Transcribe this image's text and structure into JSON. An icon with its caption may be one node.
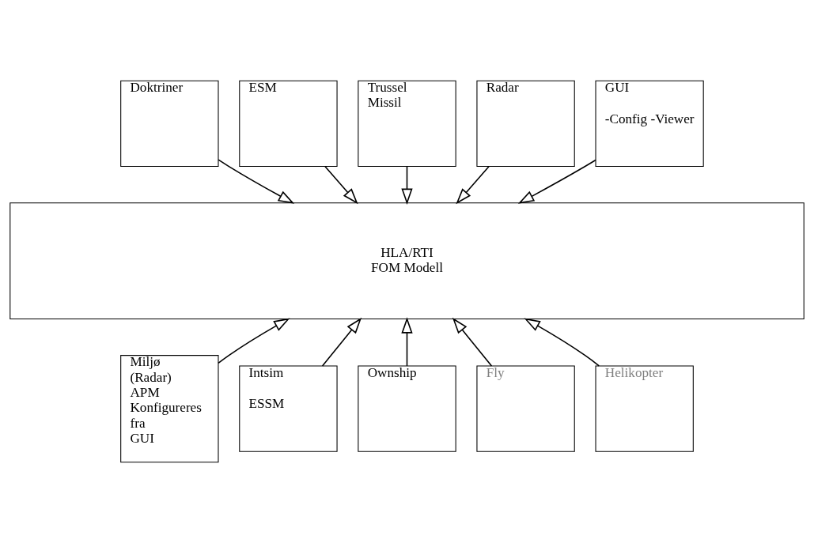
{
  "diagram": {
    "nodes": [
      {
        "text": [
          "Doktriner"
        ]
      },
      {
        "text": [
          "ESM"
        ]
      },
      {
        "text": [
          "Trussel Missil"
        ]
      },
      {
        "text": [
          "Radar"
        ]
      },
      {
        "text": [
          "GUI",
          "-Config -Viewer"
        ]
      },
      {
        "text": [
          "HLA/RTI FOM Modell"
        ]
      },
      {
        "text": [
          "Miljø (Radar) APM Konfigureres fra GUI"
        ]
      },
      {
        "text": [
          "Intsim",
          "ESSM"
        ]
      },
      {
        "text": [
          "Ownship"
        ]
      },
      {
        "text": [
          "Fly"
        ]
      },
      {
        "text": [
          "Helikopter"
        ]
      }
    ],
    "edges": [
      {
        "from": 0,
        "to": 5,
        "arrow": "to"
      },
      {
        "from": 1,
        "to": 5,
        "arrow": "to"
      },
      {
        "from": 2,
        "to": 5,
        "arrow": "to"
      },
      {
        "from": 3,
        "to": 5,
        "arrow": "to"
      },
      {
        "from": 4,
        "to": 5,
        "arrow": "to"
      },
      {
        "from": 6,
        "to": 5,
        "arrow": "to"
      },
      {
        "from": 7,
        "to": 5,
        "arrow": "to"
      },
      {
        "from": 8,
        "to": 5,
        "arrow": "to"
      },
      {
        "from": 9,
        "to": 5,
        "arrow": "to"
      },
      {
        "from": 10,
        "to": 5,
        "arrow": "to"
      }
    ]
  }
}
